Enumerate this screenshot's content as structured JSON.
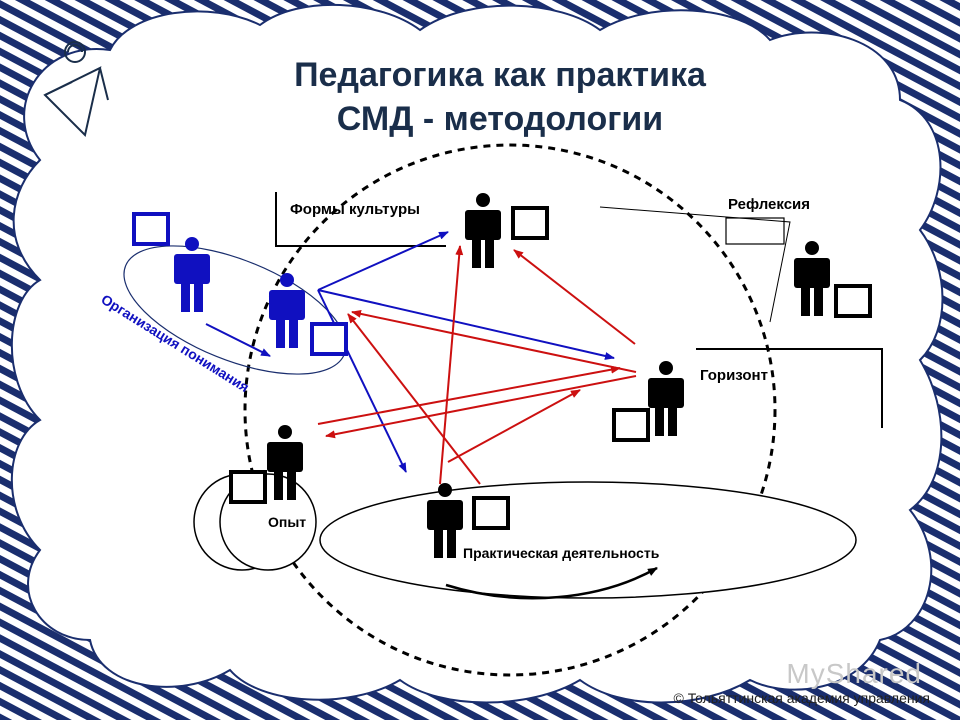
{
  "title": {
    "line1": "Педагогика как практика",
    "line2": "СМД - методологии"
  },
  "labels": {
    "culture_forms": "Формы культуры",
    "reflection": "Рефлексия",
    "horizon": "Горизонт",
    "experience": "Опыт",
    "practice": "Практическая деятельность",
    "understanding": "Организация понимания"
  },
  "watermark": "MyShared",
  "footer": "© Тольяттинская академия управления",
  "colors": {
    "border": "#1a2e6e",
    "stripe": "#1a2e6e",
    "blue": "#1010c0",
    "red": "#cc1010",
    "black": "#000000",
    "title": "#1a2e4a"
  }
}
